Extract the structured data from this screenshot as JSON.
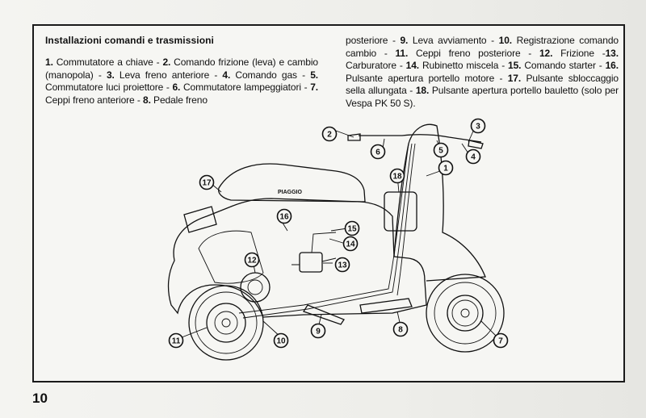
{
  "heading": "Installazioni comandi e trasmissioni",
  "page_number": "10",
  "legend_left": [
    {
      "n": "1.",
      "t": " Commutatore a chiave - "
    },
    {
      "n": "2.",
      "t": " Comando frizione (leva) e cambio (manopola) - "
    },
    {
      "n": "3.",
      "t": " Leva freno anteriore - "
    },
    {
      "n": "4.",
      "t": " Comando gas - "
    },
    {
      "n": "5.",
      "t": " Commutatore luci proiettore - "
    },
    {
      "n": "6.",
      "t": " Commutatore lampeggiatori - "
    },
    {
      "n": "7.",
      "t": " Ceppi freno anteriore - "
    },
    {
      "n": "8.",
      "t": " Pedale freno"
    }
  ],
  "legend_right": [
    {
      "n": "",
      "t": "posteriore - "
    },
    {
      "n": "9.",
      "t": " Leva avviamento - "
    },
    {
      "n": "10.",
      "t": " Registrazione comando cambio - "
    },
    {
      "n": "11.",
      "t": " Ceppi freno posteriore - "
    },
    {
      "n": "12.",
      "t": " Frizione -"
    },
    {
      "n": "13.",
      "t": " Carburatore - "
    },
    {
      "n": "14.",
      "t": " Rubinetto miscela - "
    },
    {
      "n": "15.",
      "t": " Comando starter - "
    },
    {
      "n": "16.",
      "t": " Pulsante apertura portello motore - "
    },
    {
      "n": "17.",
      "t": " Pulsante sbloccaggio sella allungata - "
    },
    {
      "n": "18.",
      "t": " Pulsante apertura portello bauletto (solo per Vespa PK 50 S)."
    }
  ],
  "diagram": {
    "brand_text": "PIAGGIO",
    "callouts": [
      {
        "label": "1"
      },
      {
        "label": "2"
      },
      {
        "label": "3"
      },
      {
        "label": "4"
      },
      {
        "label": "5"
      },
      {
        "label": "6"
      },
      {
        "label": "7"
      },
      {
        "label": "8"
      },
      {
        "label": "9"
      },
      {
        "label": "10"
      },
      {
        "label": "11"
      },
      {
        "label": "12"
      },
      {
        "label": "13"
      },
      {
        "label": "14"
      },
      {
        "label": "15"
      },
      {
        "label": "16"
      },
      {
        "label": "17"
      },
      {
        "label": "18"
      }
    ]
  }
}
